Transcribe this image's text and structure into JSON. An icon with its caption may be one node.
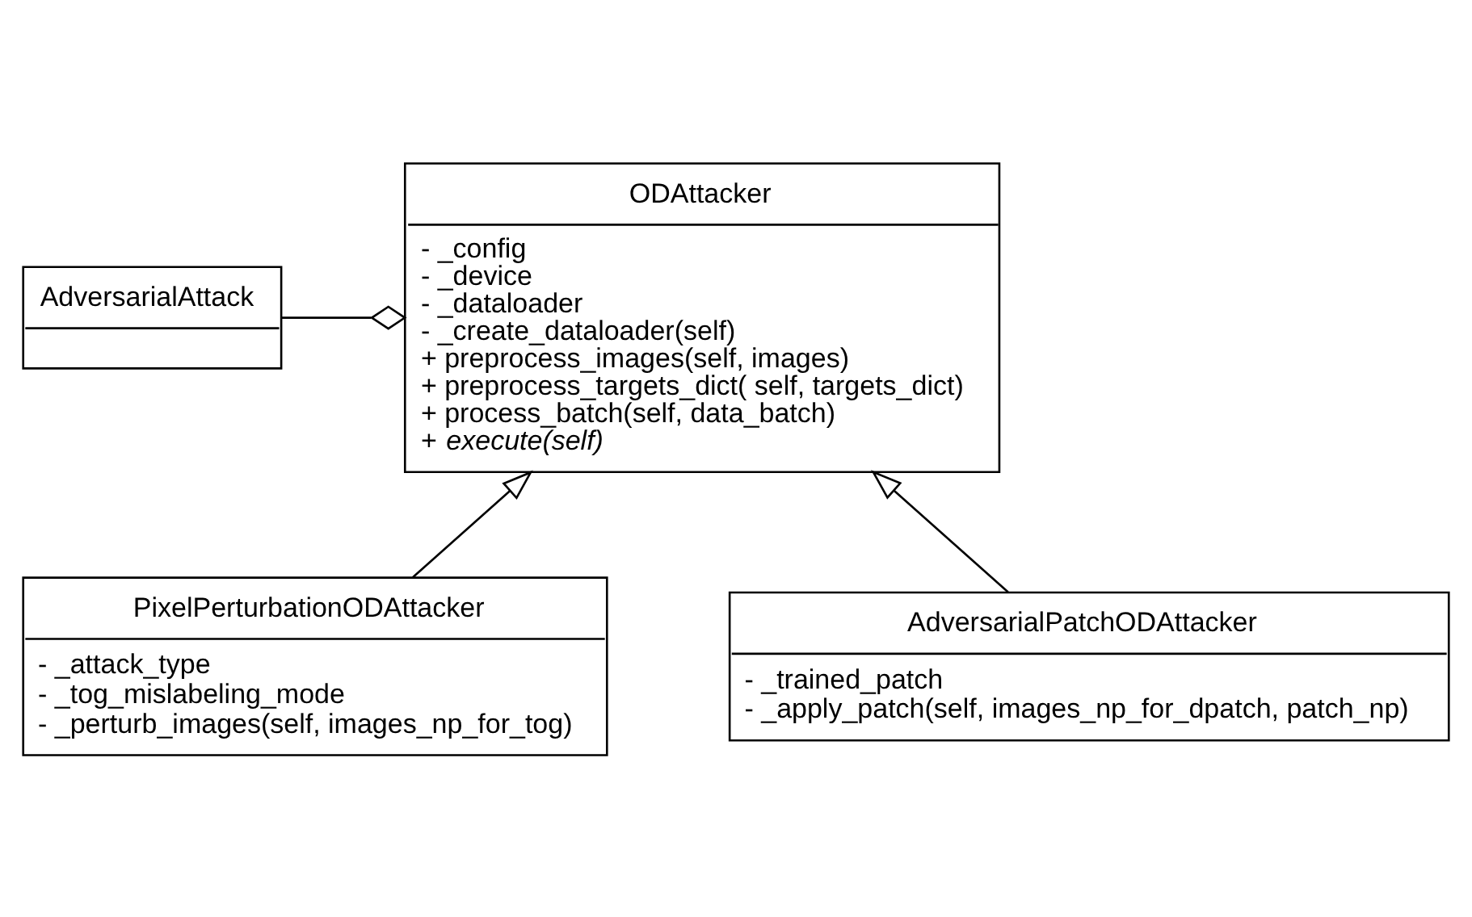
{
  "diagram": {
    "nodes": [
      {
        "text": [
          "AdversarialAttack"
        ]
      },
      {
        "text": [
          "ODAttacker",
          "- _config",
          "- _device",
          "- _dataloader",
          "- _create_dataloader(self)",
          "+ preprocess_images(self, images)",
          "+ preprocess_targets_dict( self, targets_dict)",
          "+ process_batch(self, data_batch)",
          "+ *execute(self)*"
        ]
      },
      {
        "text": [
          "PixelPerturbationODAttacker",
          "- _attack_type",
          "- _tog_mislabeling_mode",
          "- _perturb_images(self, images_np_for_tog)"
        ]
      },
      {
        "text": [
          "AdversarialPatchODAttacker",
          "- _trained_patch",
          "- _apply_patch(self, images_np_for_dpatch, patch_np)"
        ]
      }
    ],
    "edges": [
      {
        "from": 0,
        "to": 1,
        "arrow": "other"
      },
      {
        "from": 2,
        "to": 1,
        "arrow": "to"
      },
      {
        "from": 3,
        "to": 1,
        "arrow": "to"
      }
    ]
  }
}
